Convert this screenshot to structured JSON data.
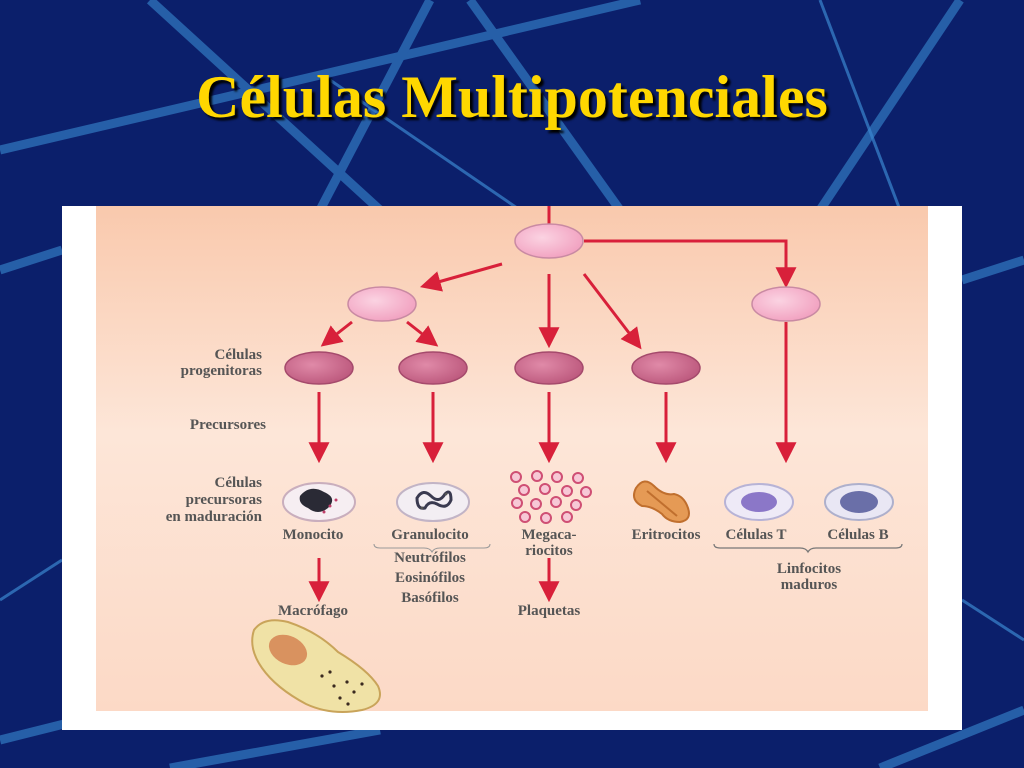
{
  "title": "Células Multipotenciales",
  "diagram": {
    "stage_labels": {
      "progenitor_line1": "Células",
      "progenitor_line2": "progenitoras",
      "precursor": "Precursores",
      "maturing_line1": "Células",
      "maturing_line2": "precursoras",
      "maturing_line3": "en maduración"
    },
    "cells": {
      "monocito": "Monocito",
      "granulocito": "Granulocito",
      "neutrofilos": "Neutrófilos",
      "eosinofilos": "Eosinófilos",
      "basofilos": "Basófilos",
      "megacariocitos_line1": "Megaca-",
      "megacariocitos_line2": "riocitos",
      "eritrocitos": "Eritrocitos",
      "celulas_t": "Células T",
      "celulas_b": "Células B",
      "linfocitos_line1": "Linfocitos",
      "linfocitos_line2": "maduros",
      "macrofago": "Macrófago",
      "plaquetas": "Plaquetas"
    },
    "colors": {
      "background": "#0b1f6b",
      "title": "#ffd700",
      "panel_bg": "#fde0d0",
      "arrow": "#d8203a",
      "stem_cell": "#f6b7cf",
      "progenitor_cell": "#cc6e8f",
      "label": "#555555"
    }
  }
}
